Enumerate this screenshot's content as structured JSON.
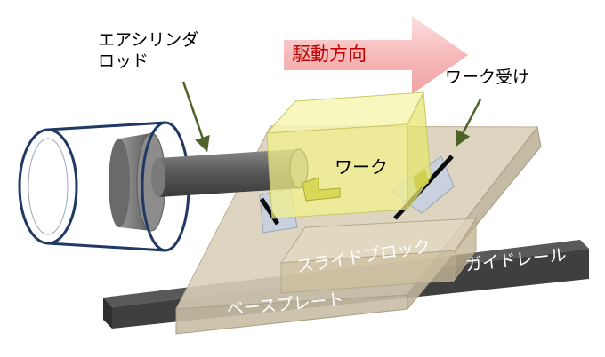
{
  "labels": {
    "air_cylinder_rod": "エアシリンダロッド",
    "air_cylinder_rod_line1": "エアシリンダ",
    "air_cylinder_rod_line2": "ロッド",
    "drive_direction": "駆動方向",
    "work_receiver": "ワーク受け",
    "work": "ワーク",
    "slide_block": "スライドブロック",
    "guide_rail": "ガイドレール",
    "base_plate": "ベースプレート"
  },
  "colors": {
    "arrow_fill": "#f4b6b6",
    "arrow_edge": "#ffffff",
    "work_fill": "#f2f28a",
    "plate_fill": "#d9cfb8",
    "rail_fill": "#4d4d4d",
    "cylinder_stroke": "#1f3864",
    "pointer_line": "#4f6228",
    "drive_text": "#c00000"
  }
}
